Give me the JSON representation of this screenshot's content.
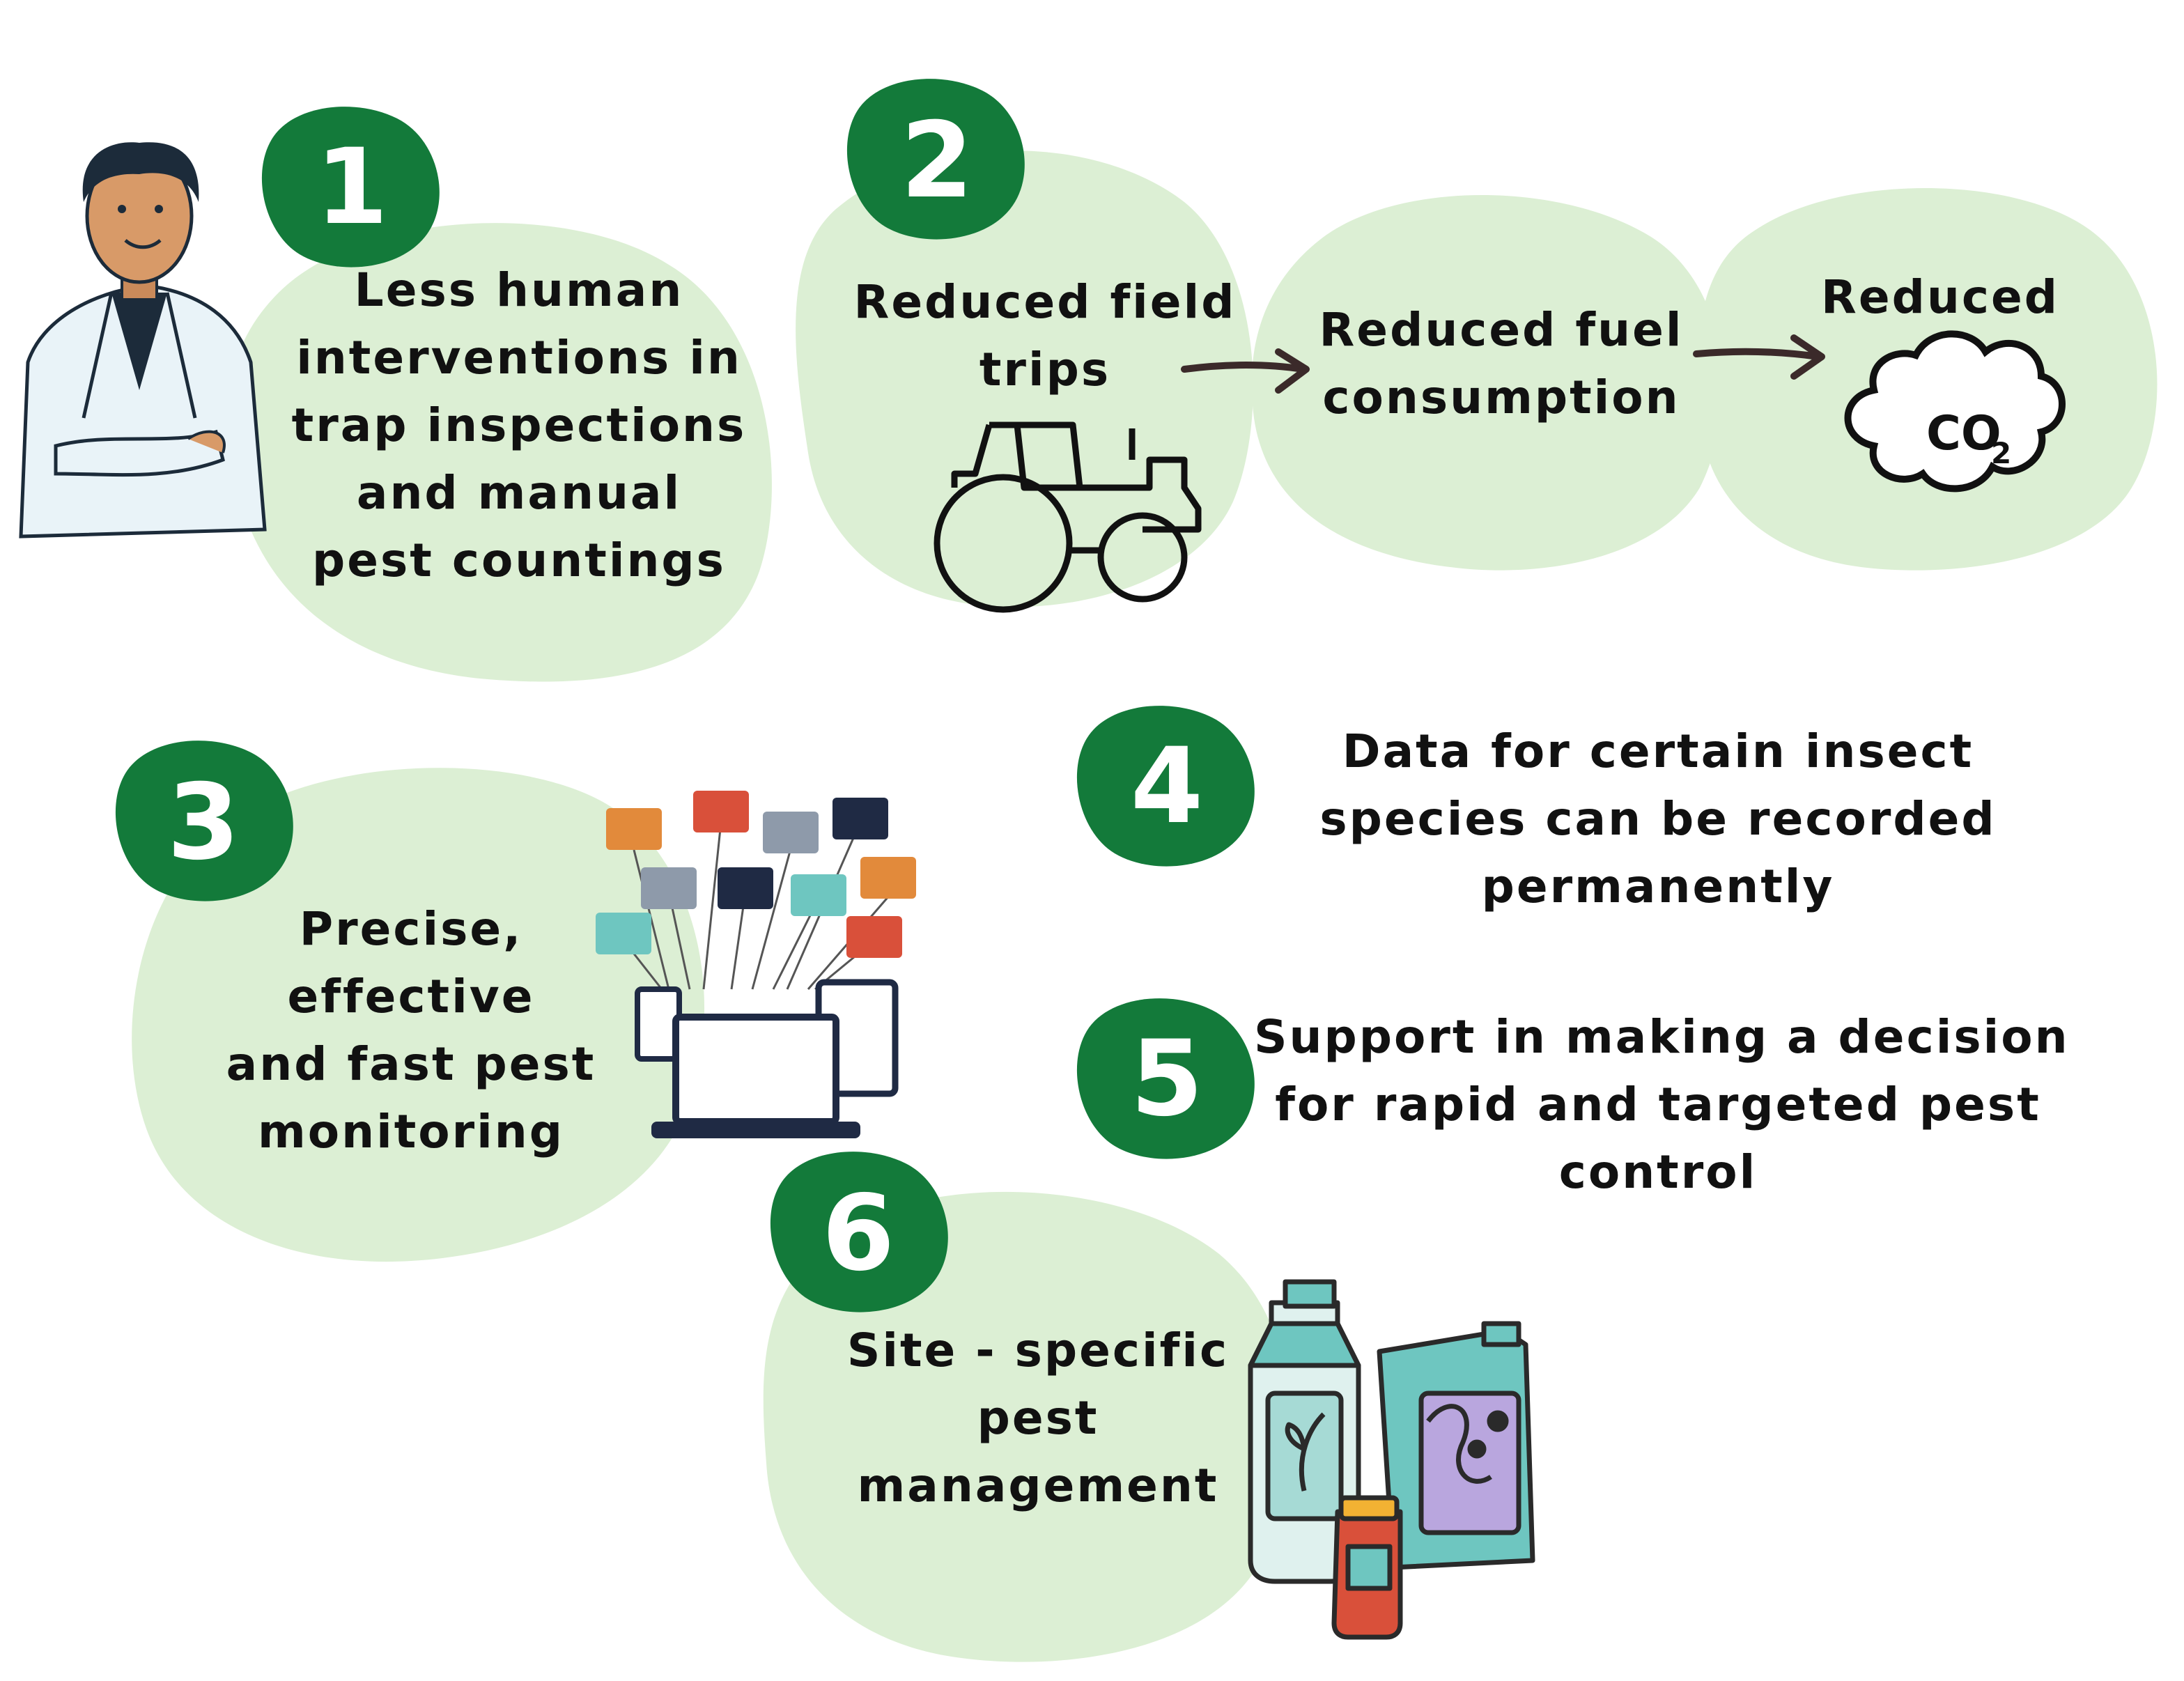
{
  "colors": {
    "blob": "#dcefd4",
    "badge": "#137a3a",
    "ink": "#111111",
    "arrow": "#3b2a2a"
  },
  "steps": [
    {
      "number": "1",
      "lines": [
        "Less human",
        "interventions in",
        "trap inspections",
        "and manual",
        "pest  countings"
      ],
      "icon": "scientist-illustration"
    },
    {
      "number": "2",
      "lines": [
        "Reduced field",
        "trips"
      ],
      "icon": "tractor-icon"
    },
    {
      "number": "3",
      "lines": [
        "Precise,",
        "effective",
        "and fast pest",
        "monitoring"
      ],
      "icon": "devices-network-icon"
    },
    {
      "number": "4",
      "lines": [
        "Data for certain insect",
        "species can be recorded",
        "permanently"
      ]
    },
    {
      "number": "5",
      "lines": [
        "Support in making a decision",
        "for rapid and targeted pest",
        "control"
      ]
    },
    {
      "number": "6",
      "lines": [
        "Site - specific",
        "pest",
        "management"
      ],
      "icon": "pesticide-bottles-icon"
    }
  ],
  "chain": {
    "fuel_lines": [
      "Reduced fuel",
      "consumption"
    ],
    "co2_title": "Reduced",
    "co2_label": "CO",
    "co2_subscript": "2"
  }
}
